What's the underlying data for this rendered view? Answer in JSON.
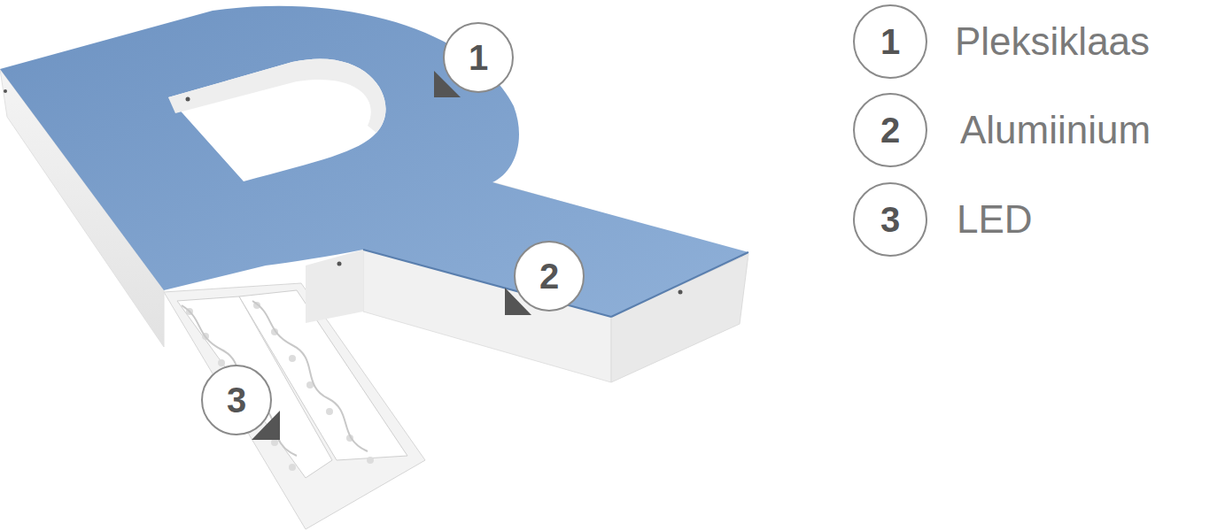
{
  "diagram": {
    "nodes": [
      {
        "text": [
          "1"
        ]
      },
      {
        "text": [
          "2"
        ]
      },
      {
        "text": [
          "3"
        ]
      },
      {
        "text": [
          "1"
        ]
      },
      {
        "text": [
          "2"
        ]
      },
      {
        "text": [
          "3"
        ]
      }
    ],
    "labels": [
      "Pleksiklaas",
      "Alumiinium",
      "LED"
    ]
  }
}
